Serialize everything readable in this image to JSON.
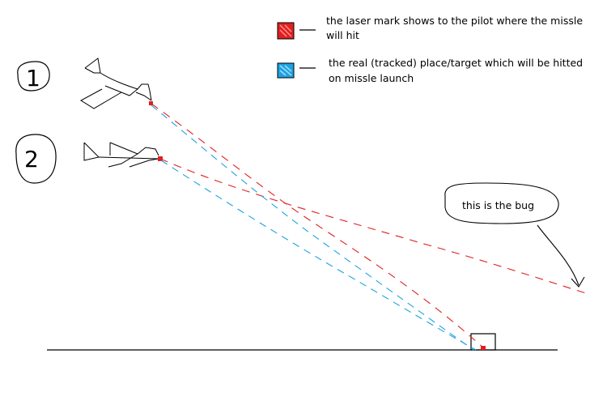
{
  "markers": {
    "one": "1",
    "two": "2"
  },
  "legend": {
    "laser": {
      "line1": "the laser mark shows to the pilot where the missle",
      "line2": "will hit",
      "color": "#e02020"
    },
    "tracked": {
      "line1": "the real (tracked) place/target which will be hitted",
      "line2": "on missle launch",
      "color": "#1fa2e0"
    }
  },
  "callout": {
    "text": "this is the bug"
  },
  "colors": {
    "laser": "#e02020",
    "tracked": "#1fa2e0",
    "ink": "#000000"
  }
}
